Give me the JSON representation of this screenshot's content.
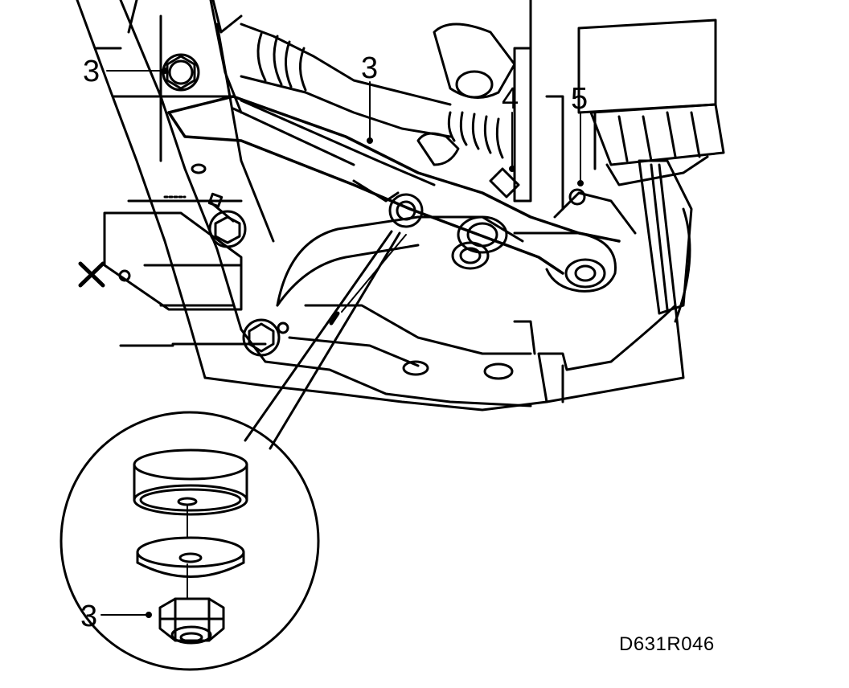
{
  "figure": {
    "id_label": "D631R046",
    "line_color": "#000000",
    "background_color": "#ffffff"
  },
  "callouts": {
    "bolt_top_left": "3",
    "control_arm": "3",
    "part_4": "4",
    "part_5": "5",
    "nut_detail": "3"
  }
}
